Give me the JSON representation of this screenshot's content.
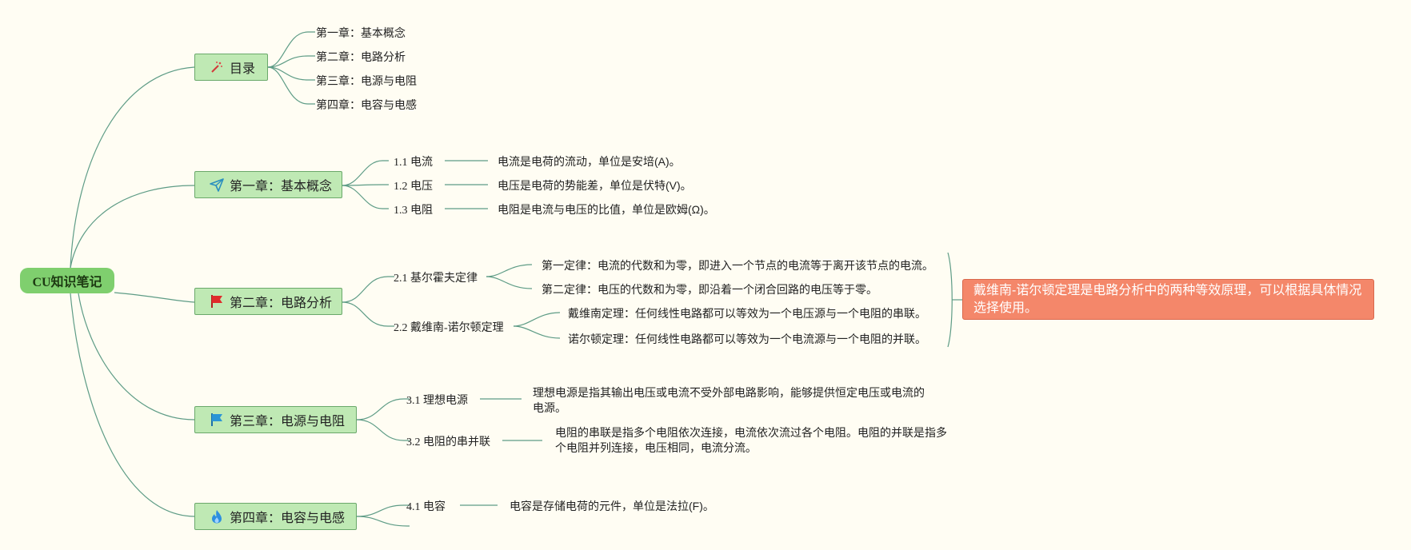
{
  "root": {
    "label": "CU知识笔记"
  },
  "toc": {
    "label": "目录",
    "icon": "magic-wand-icon",
    "items": [
      "第一章：基本概念",
      "第二章：电路分析",
      "第三章：电源与电阻",
      "第四章：电容与电感"
    ]
  },
  "chapters": [
    {
      "label": "第一章：基本概念",
      "icon": "paper-plane-icon",
      "topics": [
        {
          "label": "1.1 电流",
          "desc": "电流是电荷的流动，单位是安培(A)。"
        },
        {
          "label": "1.2 电压",
          "desc": "电压是电荷的势能差，单位是伏特(V)。"
        },
        {
          "label": "1.3 电阻",
          "desc": "电阻是电流与电压的比值，单位是欧姆(Ω)。"
        }
      ]
    },
    {
      "label": "第二章：电路分析",
      "icon": "red-flag-icon",
      "topics": [
        {
          "label": "2.1 基尔霍夫定律",
          "details": [
            "第一定律：电流的代数和为零，即进入一个节点的电流等于离开该节点的电流。",
            "第二定律：电压的代数和为零，即沿着一个闭合回路的电压等于零。"
          ]
        },
        {
          "label": "2.2 戴维南-诺尔顿定理",
          "details": [
            "戴维南定理：任何线性电路都可以等效为一个电压源与一个电阻的串联。",
            "诺尔顿定理：任何线性电路都可以等效为一个电流源与一个电阻的并联。"
          ]
        }
      ],
      "summary": "戴维南-诺尔顿定理是电路分析中的两种等效原理，可以根据具体情况选择使用。"
    },
    {
      "label": "第三章：电源与电阻",
      "icon": "blue-flag-icon",
      "topics": [
        {
          "label": "3.1 理想电源",
          "desc": "理想电源是指其输出电压或电流不受外部电路影响，能够提供恒定电压或电流的电源。"
        },
        {
          "label": "3.2 电阻的串并联",
          "desc": "电阻的串联是指多个电阻依次连接，电流依次流过各个电阻。电阻的并联是指多个电阻并列连接，电压相同，电流分流。"
        }
      ]
    },
    {
      "label": "第四章：电容与电感",
      "icon": "flame-icon",
      "topics": [
        {
          "label": "4.1 电容",
          "desc": "电容是存储电荷的元件，单位是法拉(F)。"
        }
      ]
    }
  ],
  "colors": {
    "root": "#7fcf6e",
    "chapter": "#bfe9b4",
    "line": "#5e9c86",
    "summary": "#f4876a",
    "background": "#fffdf3"
  }
}
